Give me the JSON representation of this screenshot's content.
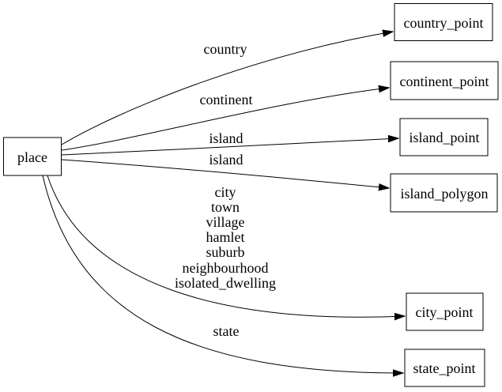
{
  "diagram": {
    "type": "directed-graph",
    "background_color": "#ffffff",
    "line_color": "#000000",
    "text_color": "#000000",
    "nodes": {
      "place": "place",
      "country_point": "country_point",
      "continent_point": "continent_point",
      "island_point": "island_point",
      "island_polygon": "island_polygon",
      "city_point": "city_point",
      "state_point": "state_point"
    },
    "edge_labels": {
      "country": "country",
      "continent": "continent",
      "island_point": "island",
      "island_polygon": "island",
      "city_lines": [
        "city",
        "town",
        "village",
        "hamlet",
        "suburb",
        "neighbourhood",
        "isolated_dwelling"
      ],
      "state": "state"
    },
    "edges": [
      {
        "from": "place",
        "to": "country_point",
        "label": "country"
      },
      {
        "from": "place",
        "to": "continent_point",
        "label": "continent"
      },
      {
        "from": "place",
        "to": "island_point",
        "label": "island"
      },
      {
        "from": "place",
        "to": "island_polygon",
        "label": "island"
      },
      {
        "from": "place",
        "to": "city_point",
        "label": "city town village hamlet suburb neighbourhood isolated_dwelling"
      },
      {
        "from": "place",
        "to": "state_point",
        "label": "state"
      }
    ]
  }
}
